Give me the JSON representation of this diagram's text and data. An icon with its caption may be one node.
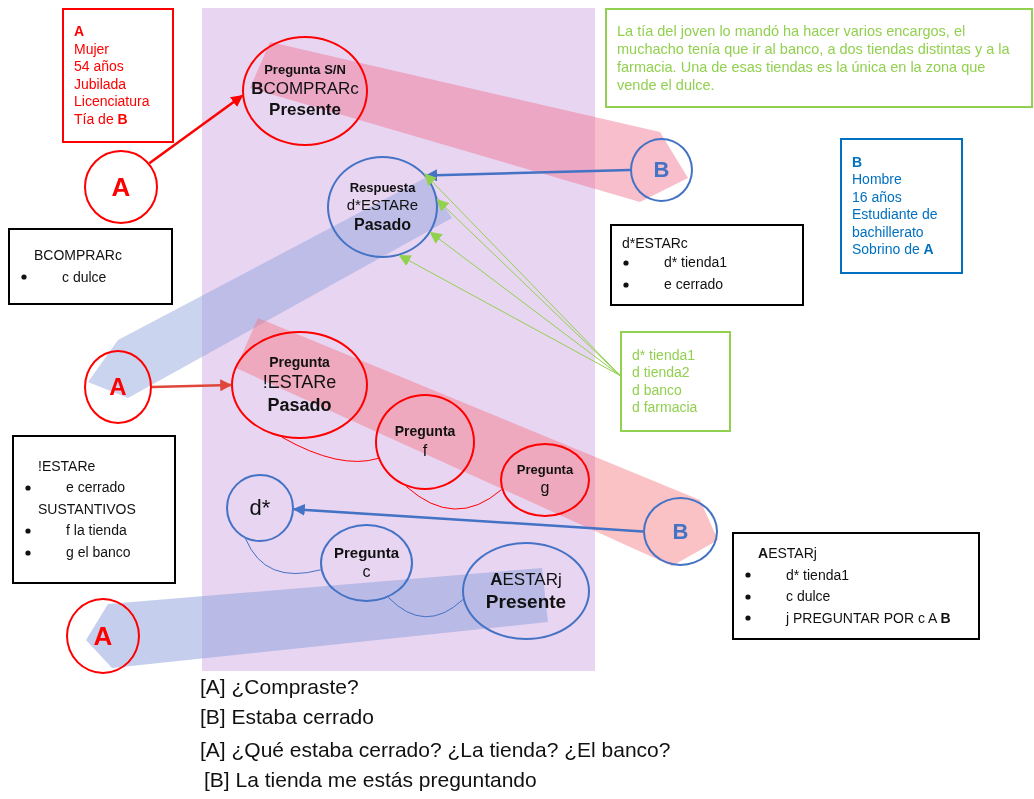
{
  "diagram": {
    "nodes": [
      {
        "text": [
          "A",
          "Mujer",
          "54 años",
          "Jubilada",
          "Licenciatura",
          "Tía de **B**"
        ]
      },
      {
        "text": [
          "La tía del joven lo mandó ha hacer varios encargos, el muchacho tenía que ir al banco, a dos tiendas distintas y a la farmacia. Una de esas tiendas es la única en la zona que vende el dulce."
        ]
      },
      {
        "text": [
          "Pregunta S/N",
          "**B**COMPRARc",
          "Presente"
        ]
      },
      {
        "text": [
          "A"
        ]
      },
      {
        "text": [
          "B"
        ]
      },
      {
        "text": [
          "B",
          "Hombre",
          "16 años",
          "Estudiante de bachillerato",
          "Sobrino de **A**"
        ]
      },
      {
        "text": [
          "Respuesta",
          "d*ESTARe",
          "Pasado"
        ]
      },
      {
        "text": [
          "BCOMPRARc",
          "c dulce"
        ]
      },
      {
        "text": [
          "d*ESTARc",
          "d* tienda1",
          "e cerrado"
        ]
      },
      {
        "text": [
          "A"
        ]
      },
      {
        "text": [
          "Pregunta",
          "!ESTARe",
          "Pasado"
        ]
      },
      {
        "text": [
          "d* tienda1",
          "d tienda2",
          "d banco",
          "d farmacia"
        ]
      },
      {
        "text": [
          "!ESTARe",
          "e cerrado",
          "SUSTANTIVOS",
          "f la tienda",
          "g el banco"
        ]
      },
      {
        "text": [
          "Pregunta",
          "f"
        ]
      },
      {
        "text": [
          "Pregunta",
          "g"
        ]
      },
      {
        "text": [
          "d*"
        ]
      },
      {
        "text": [
          "B"
        ]
      },
      {
        "text": [
          "Pregunta",
          "c"
        ]
      },
      {
        "text": [
          "**A**ESTARj",
          "Presente"
        ]
      },
      {
        "text": [
          "**A**ESTARj",
          "d* tienda1",
          "c dulce",
          "j PREGUNTAR POR c A **B**"
        ]
      },
      {
        "text": [
          "A"
        ]
      }
    ],
    "edges": [
      {
        "from": 3,
        "to": 2,
        "arrow": "to",
        "color": "#ff0000"
      },
      {
        "from": 4,
        "to": 6,
        "arrow": "to",
        "color": "#4472c4"
      },
      {
        "from": 11,
        "to": 6,
        "arrow": "to",
        "color": "#92d050"
      },
      {
        "from": 11,
        "to": 6,
        "arrow": "to",
        "color": "#92d050"
      },
      {
        "from": 11,
        "to": 6,
        "arrow": "to",
        "color": "#92d050"
      },
      {
        "from": 11,
        "to": 6,
        "arrow": "to",
        "color": "#92d050"
      },
      {
        "from": 9,
        "to": 10,
        "arrow": "to",
        "color": "#e0463a"
      },
      {
        "from": 16,
        "to": 15,
        "arrow": "to",
        "color": "#4472c4"
      },
      {
        "from": 10,
        "to": 13,
        "arrow": "none",
        "color": "#ff0000"
      },
      {
        "from": 13,
        "to": 14,
        "arrow": "none",
        "color": "#ff0000"
      },
      {
        "from": 15,
        "to": 17,
        "arrow": "none",
        "color": "#4472c4"
      },
      {
        "from": 17,
        "to": 18,
        "arrow": "none",
        "color": "#4472c4"
      }
    ],
    "labels": [
      "[A] ¿Compraste?",
      "[B] Estaba cerrado",
      "[A] ¿Qué estaba cerrado? ¿La tienda? ¿El banco?",
      "[B] La tienda me estás preguntando"
    ]
  }
}
